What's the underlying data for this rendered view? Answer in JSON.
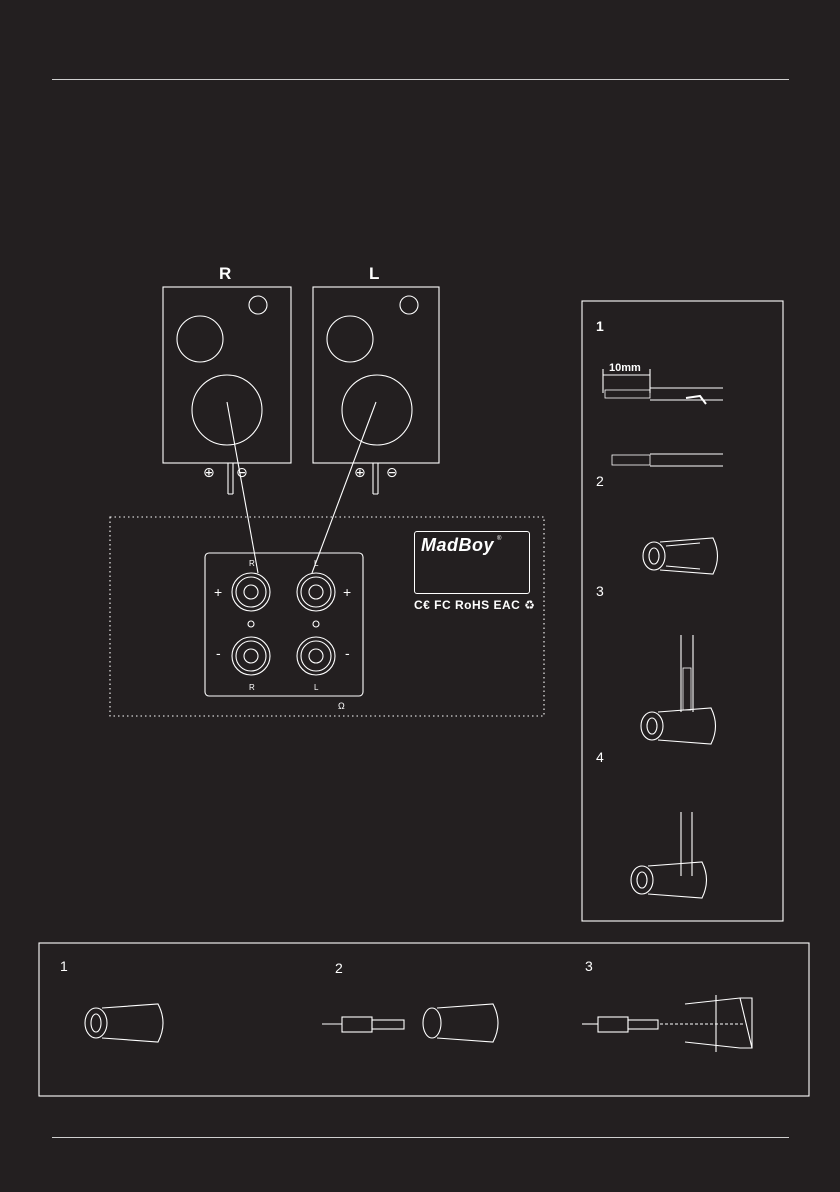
{
  "speakers": {
    "right_label": "R",
    "left_label": "L"
  },
  "panel": {
    "top_labels": [
      "R",
      "L"
    ],
    "bottom_labels": [
      "R",
      "L"
    ],
    "plus_sign": "+",
    "minus_sign": "-",
    "ohm_symbol": "Ω"
  },
  "brand": {
    "logo_text": "MadBoy",
    "registered_mark": "®",
    "certifications": "C€ FC RoHS EAC ♻"
  },
  "polarity_symbols": {
    "plus": "⊕",
    "minus": "⊖"
  },
  "side_steps": {
    "numbers": [
      "1",
      "2",
      "3",
      "4"
    ],
    "strip_length": "10mm"
  },
  "bottom_steps": {
    "numbers": [
      "1",
      "2",
      "3"
    ]
  }
}
